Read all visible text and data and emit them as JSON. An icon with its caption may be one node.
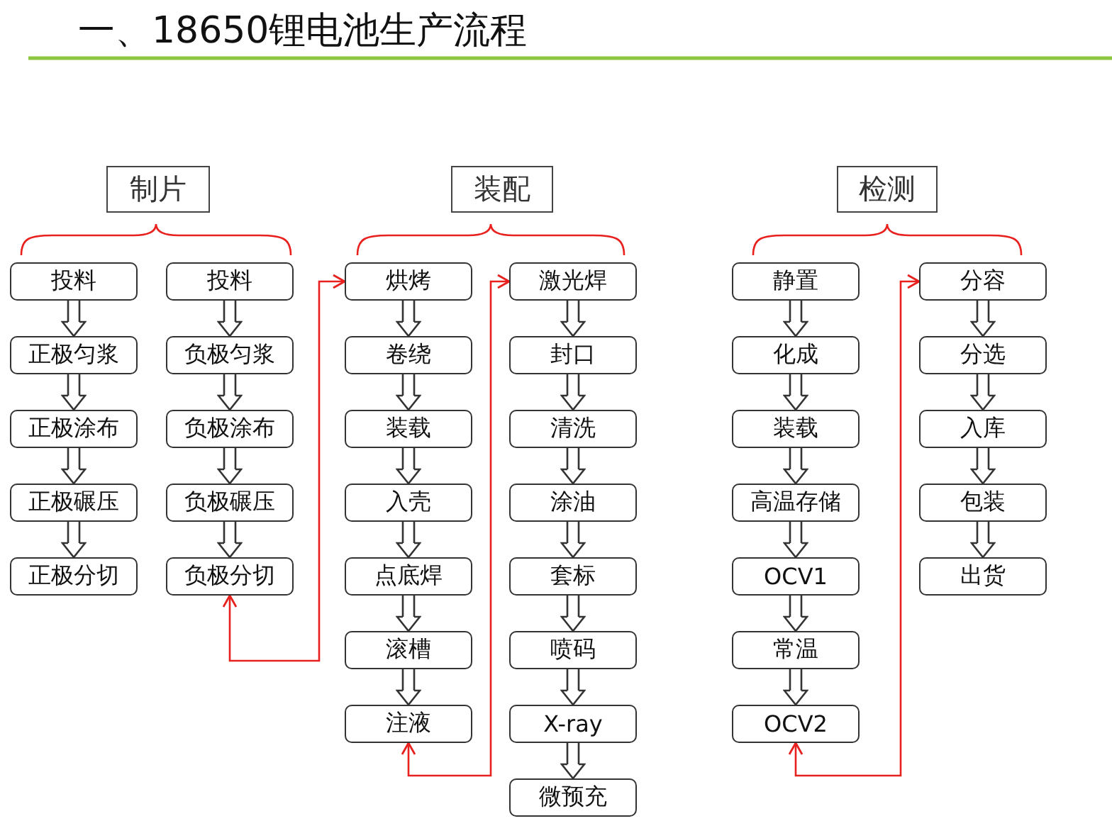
{
  "diagram": {
    "title": "一、18650锂电池生产流程",
    "nodes": [
      {
        "text": [
          "制片"
        ]
      },
      {
        "text": [
          "投料"
        ]
      },
      {
        "text": [
          "正极匀浆"
        ]
      },
      {
        "text": [
          "正极涂布"
        ]
      },
      {
        "text": [
          "正极碾压"
        ]
      },
      {
        "text": [
          "正极分切"
        ]
      },
      {
        "text": [
          "投料"
        ]
      },
      {
        "text": [
          "负极匀浆"
        ]
      },
      {
        "text": [
          "负极涂布"
        ]
      },
      {
        "text": [
          "负极碾压"
        ]
      },
      {
        "text": [
          "负极分切"
        ]
      },
      {
        "text": [
          "装配"
        ]
      },
      {
        "text": [
          "烘烤"
        ]
      },
      {
        "text": [
          "卷绕"
        ]
      },
      {
        "text": [
          "装载"
        ]
      },
      {
        "text": [
          "入壳"
        ]
      },
      {
        "text": [
          "点底焊"
        ]
      },
      {
        "text": [
          "滚槽"
        ]
      },
      {
        "text": [
          "注液"
        ]
      },
      {
        "text": [
          "激光焊"
        ]
      },
      {
        "text": [
          "封口"
        ]
      },
      {
        "text": [
          "清洗"
        ]
      },
      {
        "text": [
          "涂油"
        ]
      },
      {
        "text": [
          "套标"
        ]
      },
      {
        "text": [
          "喷码"
        ]
      },
      {
        "text": [
          "X-ray"
        ]
      },
      {
        "text": [
          "微预充"
        ]
      },
      {
        "text": [
          "检测"
        ]
      },
      {
        "text": [
          "静置"
        ]
      },
      {
        "text": [
          "化成"
        ]
      },
      {
        "text": [
          "装载"
        ]
      },
      {
        "text": [
          "高温存储"
        ]
      },
      {
        "text": [
          "OCV1"
        ]
      },
      {
        "text": [
          "常温"
        ]
      },
      {
        "text": [
          "OCV2"
        ]
      },
      {
        "text": [
          "分容"
        ]
      },
      {
        "text": [
          "分选"
        ]
      },
      {
        "text": [
          "入库"
        ]
      },
      {
        "text": [
          "包装"
        ]
      },
      {
        "text": [
          "出货"
        ]
      }
    ],
    "edges": [
      {
        "from": 1,
        "to": 2,
        "arrow": "to"
      },
      {
        "from": 2,
        "to": 3,
        "arrow": "to"
      },
      {
        "from": 3,
        "to": 4,
        "arrow": "to"
      },
      {
        "from": 4,
        "to": 5,
        "arrow": "to"
      },
      {
        "from": 6,
        "to": 7,
        "arrow": "to"
      },
      {
        "from": 7,
        "to": 8,
        "arrow": "to"
      },
      {
        "from": 8,
        "to": 9,
        "arrow": "to"
      },
      {
        "from": 9,
        "to": 10,
        "arrow": "to"
      },
      {
        "from": 10,
        "to": 12,
        "arrow": "both",
        "color": "#e8201e"
      },
      {
        "from": 12,
        "to": 13,
        "arrow": "to"
      },
      {
        "from": 13,
        "to": 14,
        "arrow": "to"
      },
      {
        "from": 14,
        "to": 15,
        "arrow": "to"
      },
      {
        "from": 15,
        "to": 16,
        "arrow": "to"
      },
      {
        "from": 16,
        "to": 17,
        "arrow": "to"
      },
      {
        "from": 17,
        "to": 18,
        "arrow": "to"
      },
      {
        "from": 18,
        "to": 19,
        "arrow": "both",
        "color": "#e8201e"
      },
      {
        "from": 19,
        "to": 20,
        "arrow": "to"
      },
      {
        "from": 20,
        "to": 21,
        "arrow": "to"
      },
      {
        "from": 21,
        "to": 22,
        "arrow": "to"
      },
      {
        "from": 22,
        "to": 23,
        "arrow": "to"
      },
      {
        "from": 23,
        "to": 24,
        "arrow": "to"
      },
      {
        "from": 24,
        "to": 25,
        "arrow": "to"
      },
      {
        "from": 25,
        "to": 26,
        "arrow": "to"
      },
      {
        "from": 28,
        "to": 29,
        "arrow": "to"
      },
      {
        "from": 29,
        "to": 30,
        "arrow": "to"
      },
      {
        "from": 30,
        "to": 31,
        "arrow": "to"
      },
      {
        "from": 31,
        "to": 32,
        "arrow": "to"
      },
      {
        "from": 32,
        "to": 33,
        "arrow": "to"
      },
      {
        "from": 33,
        "to": 34,
        "arrow": "to"
      },
      {
        "from": 34,
        "to": 35,
        "arrow": "both",
        "color": "#e8201e"
      },
      {
        "from": 35,
        "to": 36,
        "arrow": "to"
      },
      {
        "from": 36,
        "to": 37,
        "arrow": "to"
      },
      {
        "from": 37,
        "to": 38,
        "arrow": "to"
      },
      {
        "from": 38,
        "to": 39,
        "arrow": "to"
      }
    ]
  }
}
